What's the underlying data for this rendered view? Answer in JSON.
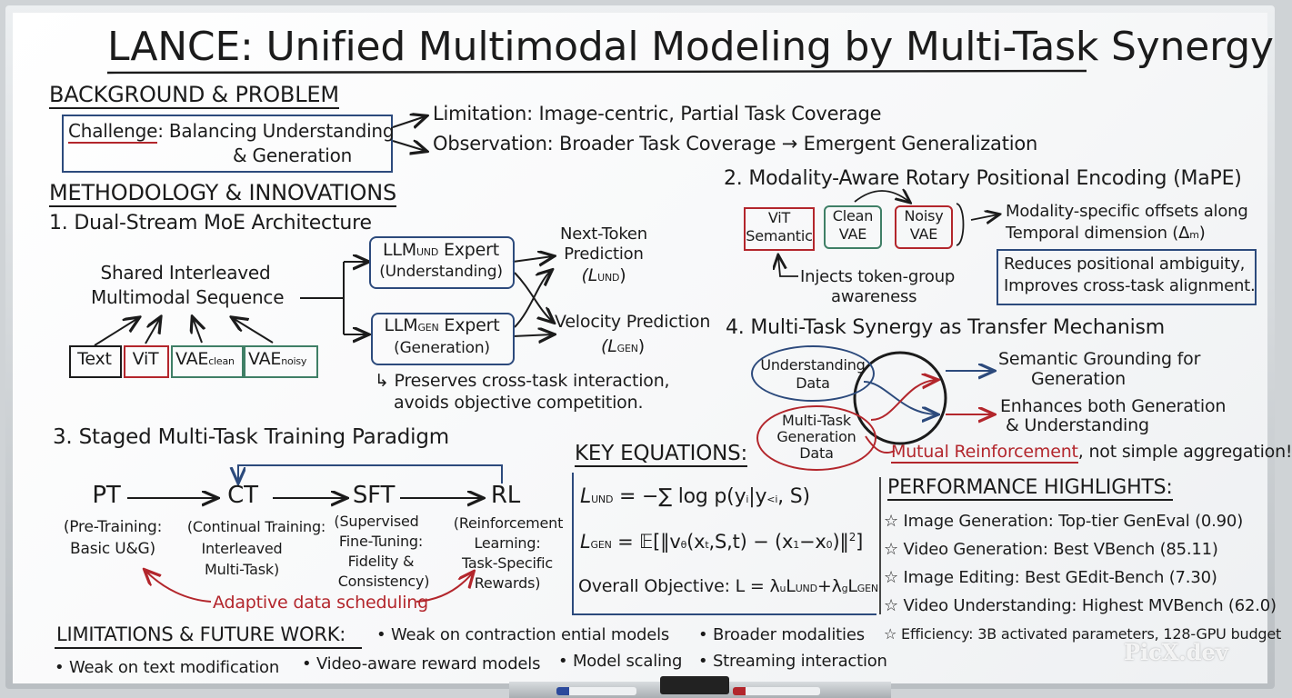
{
  "title": "LANCE: Unified Multimodal Modeling by Multi-Task Synergy",
  "background": {
    "heading": "BACKGROUND & PROBLEM",
    "challenge_label": "Challenge",
    "challenge_text": ": Balancing Understanding",
    "challenge_text2": "& Generation",
    "limitation": "Limitation: Image-centric, Partial Task Coverage",
    "observation": "Observation: Broader Task Coverage → Emergent Generalization"
  },
  "methodology": {
    "heading": "METHODOLOGY & INNOVATIONS",
    "dual_stream": {
      "heading": "1. Dual-Stream MoE Architecture",
      "shared_line1": "Shared Interleaved",
      "shared_line2": "Multimodal Sequence",
      "inputs": [
        "Text",
        "ViT",
        "VAE",
        "VAE"
      ],
      "input_subs": [
        "clean",
        "noisy"
      ],
      "und_expert_main": "LLM",
      "und_expert_sub": "UND",
      "und_expert_tail": " Expert",
      "und_expert_line2": "(Understanding)",
      "gen_expert_main": "LLM",
      "gen_expert_sub": "GEN",
      "gen_expert_tail": " Expert",
      "gen_expert_line2": "(Generation)",
      "ntp_line1": "Next-Token",
      "ntp_line2": "Prediction",
      "ntp_loss": "(L",
      "ntp_loss_sub": "UND",
      "vp_line1": "Velocity Prediction",
      "vp_loss": "(L",
      "vp_loss_sub": "GEN",
      "note_line1": "↳ Preserves cross-task interaction,",
      "note_line2": "avoids objective competition."
    },
    "mape": {
      "heading": "2. Modality-Aware Rotary Positional Encoding (MaPE)",
      "vit_line1": "ViT",
      "vit_line2": "Semantic",
      "clean_line1": "Clean",
      "clean_line2": "VAE",
      "noisy_line1": "Noisy",
      "noisy_line2": "VAE",
      "offsets_line1": "Modality-specific offsets along",
      "offsets_line2": "Temporal dimension (Δ",
      "offsets_sub": "m",
      "injects_line1": "Injects token-group",
      "injects_line2": "awareness",
      "benefit_line1": "Reduces positional ambiguity,",
      "benefit_line2": "Improves cross-task alignment."
    },
    "staged": {
      "heading": "3. Staged Multi-Task Training Paradigm",
      "stages": [
        {
          "name": "PT",
          "desc": [
            "(Pre-Training:",
            "Basic U&G)"
          ]
        },
        {
          "name": "CT",
          "desc": [
            "(Continual Training:",
            "Interleaved",
            "Multi-Task)"
          ]
        },
        {
          "name": "SFT",
          "desc": [
            "(Supervised",
            "Fine-Tuning:",
            "Fidelity &",
            "Consistency)"
          ]
        },
        {
          "name": "RL",
          "desc": [
            "(Reinforcement",
            "Learning:",
            "Task-Specific",
            "Rewards)"
          ]
        }
      ],
      "scheduling": "Adaptive data scheduling"
    },
    "synergy": {
      "heading": "4. Multi-Task Synergy as Transfer Mechanism",
      "und_data_line1": "Understanding",
      "und_data_line2": "Data",
      "gen_data_line1": "Multi-Task",
      "gen_data_line2": "Generation",
      "gen_data_line3": "Data",
      "out1_line1": "Semantic Grounding for",
      "out1_line2": "Generation",
      "out2_line1": "Enhances both Generation",
      "out2_line2": "& Understanding",
      "mutual": "Mutual Reinforcement",
      "mutual_tail": ", not simple aggregation!"
    }
  },
  "equations": {
    "heading": "KEY EQUATIONS",
    "colon": ":",
    "und": "L",
    "und_sub": "UND",
    "und_rhs": " = −∑ log p(y",
    "und_rhs_sub": "i",
    "und_rhs2": "|y",
    "und_rhs2_sub": "<i",
    "und_rhs3": ", S)",
    "gen": "L",
    "gen_sub": "GEN",
    "gen_rhs": " = 𝔼[‖v",
    "gen_rhs_sub": "θ",
    "gen_rhs2": "(x",
    "gen_rhs2_sub": "t",
    "gen_rhs3": ",S,t) − (x",
    "gen_rhs3_sub": "1",
    "gen_rhs4": "−x",
    "gen_rhs4_sub": "0",
    "gen_rhs5": ")‖",
    "gen_rhs5_sup": "2",
    "gen_rhs6": "]",
    "overall": "Overall Objective: L = λ",
    "overall_sub1": "u",
    "overall_mid": "L",
    "overall_sub2": "UND",
    "overall_mid2": "+λ",
    "overall_sub3": "g",
    "overall_mid3": "L",
    "overall_sub4": "GEN"
  },
  "performance": {
    "heading": "PERFORMANCE HIGHLIGHTS",
    "colon": ":",
    "items": [
      "☆ Image Generation: Top-tier GenEval (0.90)",
      "☆ Video Generation: Best VBench (85.11)",
      "☆ Image Editing: Best GEdit-Bench (7.30)",
      "☆ Video Understanding: Highest MVBench (62.0)",
      "☆ Efficiency: 3B activated parameters, 128-GPU budget"
    ]
  },
  "limitations": {
    "heading": "LIMITATIONS & FUTURE WORK",
    "colon": ":",
    "row1": [
      "• Weak on contraction ential models",
      "• Broader modalities"
    ],
    "row2": [
      "• Weak on text modification",
      "• Video-aware reward models",
      "• Model scaling",
      "• Streaming interaction"
    ]
  },
  "watermark": "PicX.dev",
  "colors": {
    "ink": "#1b1b1b",
    "red": "#b3262c",
    "navy": "#2c4a7c",
    "green": "#3f7f66",
    "board": "#f7f8f9"
  }
}
